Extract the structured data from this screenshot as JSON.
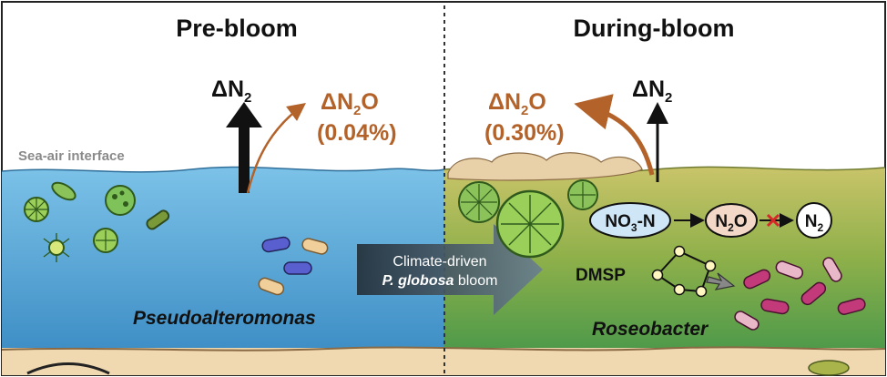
{
  "panels": {
    "left": {
      "title": "Pre-bloom",
      "n2_label": "ΔN",
      "n2_sub": "2",
      "n2o_label": "ΔN",
      "n2o_sub": "2",
      "n2o_o": "O",
      "n2o_pct": "(0.04%)",
      "interface_label": "Sea-air interface",
      "genus": "Pseudoalteromonas"
    },
    "right": {
      "title": "During-bloom",
      "n2_label": "ΔN",
      "n2_sub": "2",
      "n2o_label": "ΔN",
      "n2o_sub": "2",
      "n2o_o": "O",
      "n2o_pct": "(0.30%)",
      "genus": "Roseobacter",
      "dmsp": "DMSP",
      "pathway": {
        "node1_main": "NO",
        "node1_sub": "3",
        "node1_tail": "-N",
        "node2_main": "N",
        "node2_sub": "2",
        "node2_tail": "O",
        "node3_main": "N",
        "node3_sub": "2"
      }
    }
  },
  "transition": {
    "line1": "Climate-driven",
    "line2_italic": "P. globosa",
    "line2_rest": " bloom"
  },
  "colors": {
    "water_blue": "#5aa9d8",
    "water_green": "#8fb04a",
    "flux_orange": "#b3622a",
    "node_blue": "#cfe6f7",
    "node_peach": "#f3d8c8",
    "inhibit_red": "#d62828"
  }
}
